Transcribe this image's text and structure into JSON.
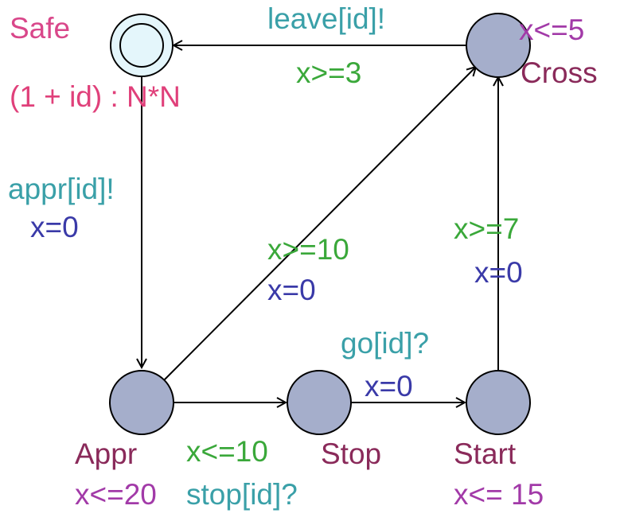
{
  "locations": {
    "safe": {
      "name": "Safe",
      "param": "(1 + id) : N*N",
      "initial": true
    },
    "cross": {
      "name": "Cross",
      "invariant": "x<=5"
    },
    "appr": {
      "name": "Appr",
      "invariant": "x<=20"
    },
    "stop": {
      "name": "Stop"
    },
    "start": {
      "name": "Start",
      "invariant": "x<= 15"
    }
  },
  "edges": {
    "cross_to_safe": {
      "sync": "leave[id]!",
      "guard": "x>=3"
    },
    "safe_to_appr": {
      "sync": "appr[id]!",
      "assign": "x=0"
    },
    "appr_to_cross": {
      "guard": "x>=10",
      "assign": "x=0"
    },
    "start_to_cross": {
      "guard": "x>=7",
      "assign": "x=0"
    },
    "stop_to_start": {
      "sync": "go[id]?",
      "assign": "x=0"
    },
    "appr_to_stop": {
      "guard": "x<=10",
      "sync": "stop[id]?"
    }
  },
  "colors": {
    "node_fill": "#a5aecb",
    "initial_fill": "#e4f6fb",
    "edge": "#000000",
    "location_name": "#8a2a5a",
    "initial_name": "#d9478a",
    "invariant": "#a23aa8",
    "guard": "#3aa83a",
    "sync": "#3aa0a8",
    "assign": "#3a3aa8",
    "param": "#e0407a"
  }
}
